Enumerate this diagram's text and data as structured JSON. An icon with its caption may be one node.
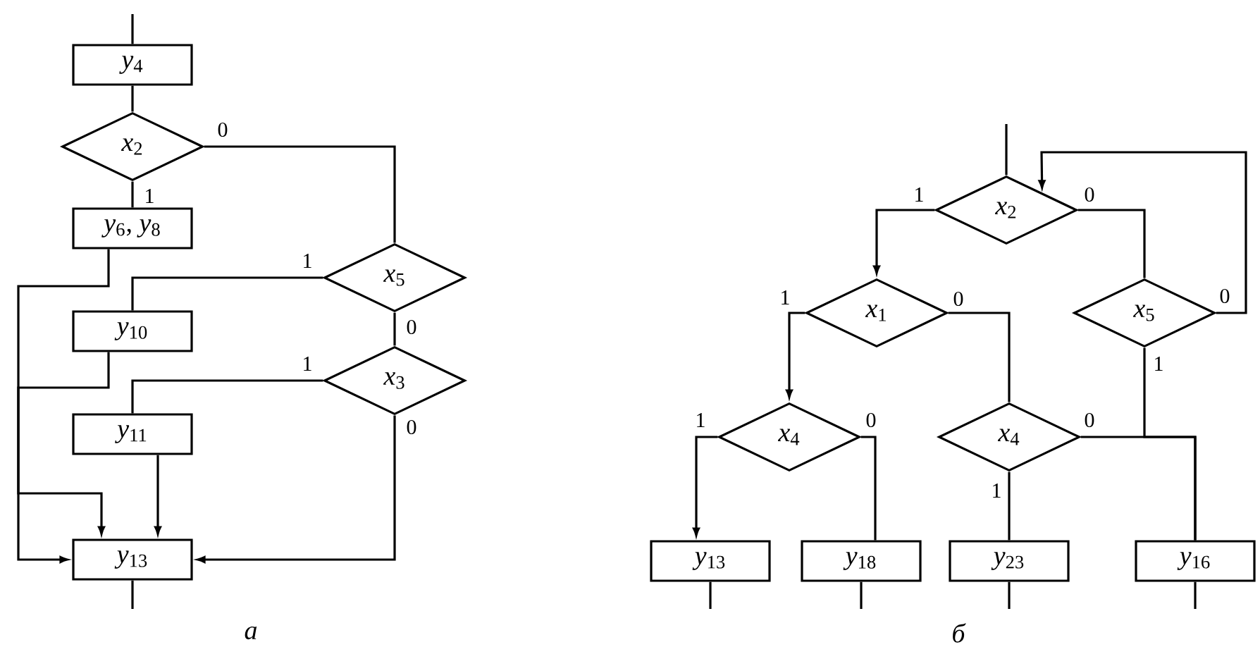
{
  "diagram": {
    "nodes": [
      {
        "text": [
          "*y*$_{4}$"
        ]
      },
      {
        "text": [
          "*x*$_{2}$"
        ]
      },
      {
        "text": [
          "*y*$_{6}$, *y*$_{8}$"
        ]
      },
      {
        "text": [
          "*x*$_{5}$"
        ]
      },
      {
        "text": [
          "*y*$_{10}$"
        ]
      },
      {
        "text": [
          "*x*$_{3}$"
        ]
      },
      {
        "text": [
          "*y*$_{11}$"
        ]
      },
      {
        "text": [
          "*y*$_{13}$"
        ]
      },
      {
        "text": [
          "*x*$_{2}$"
        ]
      },
      {
        "text": [
          "*x*$_{1}$"
        ]
      },
      {
        "text": [
          "*x*$_{5}$"
        ]
      },
      {
        "text": [
          "*x*$_{4}$"
        ]
      },
      {
        "text": [
          "*x*$_{4}$"
        ]
      },
      {
        "text": [
          "*y*$_{13}$"
        ]
      },
      {
        "text": [
          "*y*$_{18}$"
        ]
      },
      {
        "text": [
          "*y*$_{23}$"
        ]
      },
      {
        "text": [
          "*y*$_{16}$"
        ]
      }
    ],
    "edges": [
      {
        "from": null,
        "to": 0,
        "arrow": "none"
      },
      {
        "from": 0,
        "to": 1,
        "arrow": "none"
      },
      {
        "from": 1,
        "to": 2,
        "arrow": "none",
        "label": "1"
      },
      {
        "from": 1,
        "to": 3,
        "arrow": "none",
        "label": "0"
      },
      {
        "from": 3,
        "to": 4,
        "arrow": "none",
        "label": "1"
      },
      {
        "from": 3,
        "to": 5,
        "arrow": "none",
        "label": "0"
      },
      {
        "from": 5,
        "to": 6,
        "arrow": "none",
        "label": "1"
      },
      {
        "from": 5,
        "to": 7,
        "arrow": "to",
        "label": "0"
      },
      {
        "from": 2,
        "to": 7,
        "arrow": "to"
      },
      {
        "from": 4,
        "to": 7,
        "arrow": "to"
      },
      {
        "from": 6,
        "to": 7,
        "arrow": "to"
      },
      {
        "from": 7,
        "to": null,
        "arrow": "none"
      },
      {
        "from": null,
        "to": 8,
        "arrow": "none"
      },
      {
        "from": 8,
        "to": 9,
        "arrow": "to",
        "label": "1"
      },
      {
        "from": 8,
        "to": 10,
        "arrow": "none",
        "label": "0"
      },
      {
        "from": 10,
        "to": 8,
        "arrow": "to",
        "label": "0"
      },
      {
        "from": 9,
        "to": 11,
        "arrow": "to",
        "label": "1"
      },
      {
        "from": 9,
        "to": 12,
        "arrow": "none",
        "label": "0"
      },
      {
        "from": 11,
        "to": 13,
        "arrow": "to",
        "label": "1"
      },
      {
        "from": 11,
        "to": 14,
        "arrow": "none",
        "label": "0"
      },
      {
        "from": 12,
        "to": 15,
        "arrow": "none",
        "label": "1"
      },
      {
        "from": 12,
        "to": 16,
        "arrow": "none",
        "label": "0"
      },
      {
        "from": 10,
        "to": 16,
        "arrow": "none",
        "label": "1"
      },
      {
        "from": 13,
        "to": null,
        "arrow": "none"
      },
      {
        "from": 14,
        "to": null,
        "arrow": "none"
      },
      {
        "from": 15,
        "to": null,
        "arrow": "none"
      },
      {
        "from": 16,
        "to": null,
        "arrow": "none"
      }
    ],
    "labels": [
      "а",
      "б"
    ]
  }
}
